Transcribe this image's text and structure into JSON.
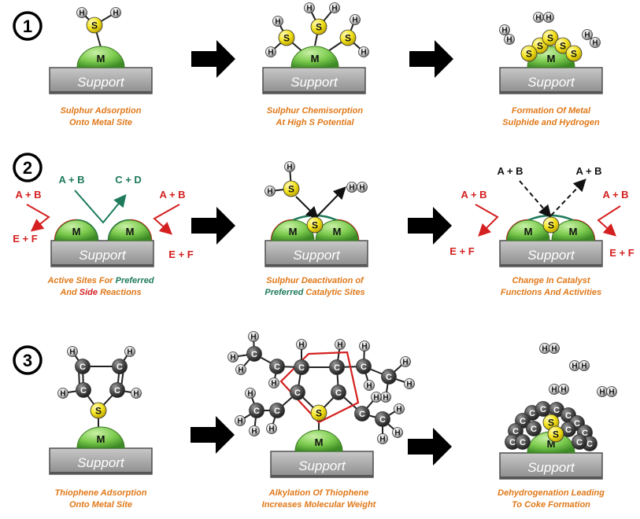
{
  "rows": [
    {
      "number": "1",
      "captions": [
        {
          "line1": "Sulphur Adsorption",
          "line2": "Onto Metal Site"
        },
        {
          "line1": "Sulphur Chemisorption",
          "line2": "At High S Potential"
        },
        {
          "line1": "Formation Of Metal",
          "line2": "Sulphide and Hydrogen"
        }
      ]
    },
    {
      "number": "2",
      "captions": [
        {
          "pre": "Active Sites For ",
          "green": "Preferred",
          "line2a": "And ",
          "red": "Side",
          "line2b": " Reactions"
        },
        {
          "line1": "Sulphur Deactivation of",
          "green2": "Preferred",
          "line2b": " Catalytic Sites"
        },
        {
          "line1": "Change In Catalyst",
          "line2": "Functions And Activities"
        }
      ]
    },
    {
      "number": "3",
      "captions": [
        {
          "line1": "Thiophene Adsorption",
          "line2": "Onto Metal Site"
        },
        {
          "line1": "Alkylation Of Thiophene",
          "line2": "Increases Molecular Weight"
        },
        {
          "line1": "Dehydrogenation Leading",
          "line2": "To Coke Formation"
        }
      ]
    }
  ],
  "labels": {
    "support": "Support",
    "metal": "M",
    "sulfur": "S",
    "hydrogen": "H",
    "carbon": "C",
    "reactants": "A + B",
    "preferred_products": "C + D",
    "side_products": "E + F"
  },
  "colors": {
    "caption": "#e07818",
    "metal": "#7ccb4e",
    "sulfur": "#f2e21a",
    "support": "#a9a9a9",
    "hydrogen": "#d0d0d0",
    "carbon": "#4a4a4a",
    "side_reaction": "#d42020",
    "preferred_reaction": "#1d7a5a",
    "ring": "#d42020"
  }
}
